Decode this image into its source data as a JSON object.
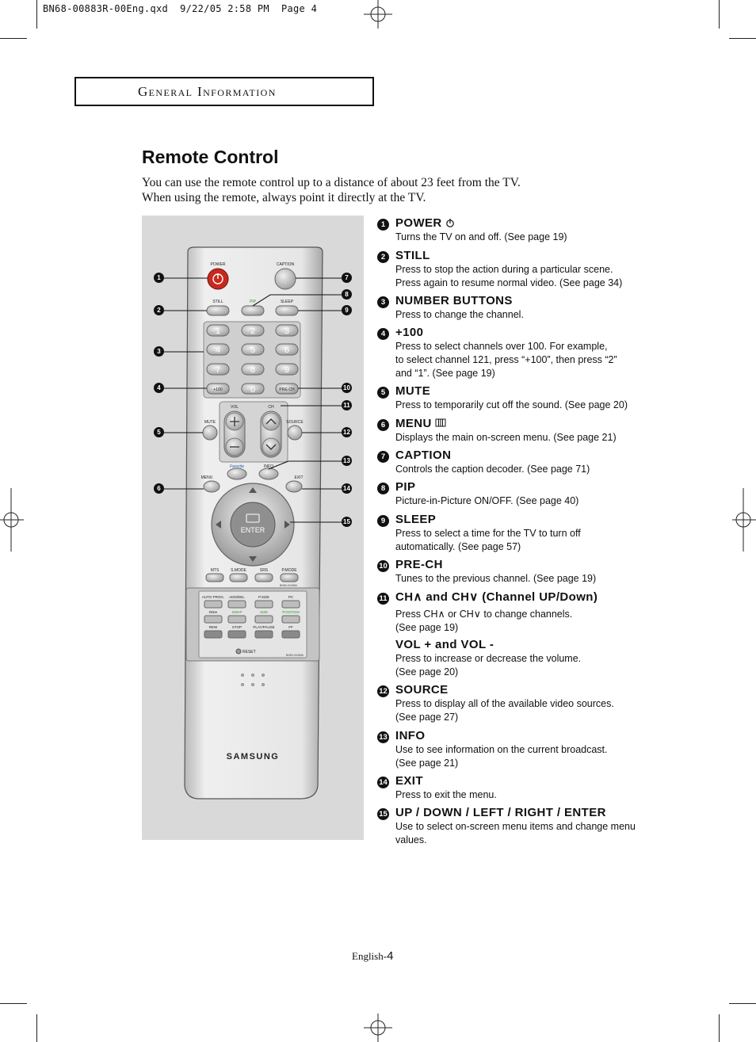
{
  "print_header": "BN68-00883R-00Eng.qxd  9/22/05 2:58 PM  Page 4",
  "section": "General Information",
  "title": "Remote Control",
  "intro": [
    "You can use the remote control up to a distance of about 23 feet from the TV.",
    "When using the remote, always point it directly at the TV."
  ],
  "items": [
    {
      "num": "1",
      "title": "POWER",
      "desc": "Turns the TV on and off. (See page 19)"
    },
    {
      "num": "2",
      "title": "STILL",
      "desc": "Press to stop the action during a particular scene.\nPress again to resume normal video. (See page 34)"
    },
    {
      "num": "3",
      "title": "NUMBER BUTTONS",
      "desc": "Press to change the channel."
    },
    {
      "num": "4",
      "title": "+100",
      "desc": "Press to select channels over 100. For example,\nto select channel 121, press “+100”, then press “2”\nand “1”. (See page 19)"
    },
    {
      "num": "5",
      "title": "MUTE",
      "desc": "Press to temporarily cut off the sound. (See page 20)"
    },
    {
      "num": "6",
      "title": "MENU",
      "desc": "Displays the main on-screen menu. (See page 21)"
    },
    {
      "num": "7",
      "title": "CAPTION",
      "desc": "Controls the caption decoder. (See page 71)"
    },
    {
      "num": "8",
      "title": "PIP",
      "desc": "Picture-in-Picture ON/OFF. (See page 40)"
    },
    {
      "num": "9",
      "title": "SLEEP",
      "desc": "Press to select a time for the TV to turn off\nautomatically. (See page 57)"
    },
    {
      "num": "10",
      "title": "PRE-CH",
      "desc": "Tunes to the previous channel. (See page 19)"
    },
    {
      "num": "11",
      "title": "CH∧ and CH∨ (Channel UP/Down)",
      "desc": "Press CH∧ or CH∨ to change channels.\n(See page 19)",
      "sub_title": "VOL + and VOL -",
      "sub_desc": "Press to increase or decrease the volume.\n(See page 20)"
    },
    {
      "num": "12",
      "title": "SOURCE",
      "desc": "Press to display all of the available video sources.\n(See page 27)"
    },
    {
      "num": "13",
      "title": "INFO",
      "desc": "Use to see information on the current broadcast.\n(See page 21)"
    },
    {
      "num": "14",
      "title": "EXIT",
      "desc": "Press to exit the menu."
    },
    {
      "num": "15",
      "title": "UP / DOWN / LEFT / RIGHT / ENTER",
      "desc": "Use to select on-screen menu items and change menu\nvalues."
    }
  ],
  "remote": {
    "power": "POWER",
    "caption": "CAPTION",
    "still": "STILL",
    "pip": "PIP",
    "sleep": "SLEEP",
    "digits": [
      "1",
      "2",
      "3",
      "4",
      "5",
      "6",
      "7",
      "8",
      "9"
    ],
    "zero": "0",
    "plus100": "+100",
    "prech": "PRE-CH",
    "vol": "VOL",
    "ch": "CH",
    "mute": "MUTE",
    "source": "SOURCE",
    "info": "INFO",
    "menu": "MENU",
    "exit": "EXIT",
    "favorite": "Favorite",
    "enter": "ENTER",
    "mts": "MTS",
    "smode": "S.MODE",
    "srs": "SRS",
    "pmode": "P.MODE",
    "row1": [
      "AUTO PROG.",
      "ADD/DEL",
      "P.SIZE",
      "PC"
    ],
    "row2": [
      "DNIe",
      "SWAP",
      "SIZE",
      "POSITION"
    ],
    "row3": [
      "REW",
      "STOP",
      "PLAY/PAUSE",
      "FF"
    ],
    "reset": "RESET",
    "brand": "SAMSUNG",
    "model_a": "BN59-00455A",
    "model_b": "BN59-00455A"
  },
  "footer_label": "English-",
  "footer_page": "4",
  "colors": {
    "power_red": "#c8281e",
    "pip_green": "#2aa02a",
    "panel_gray": "#d9d9d9"
  }
}
